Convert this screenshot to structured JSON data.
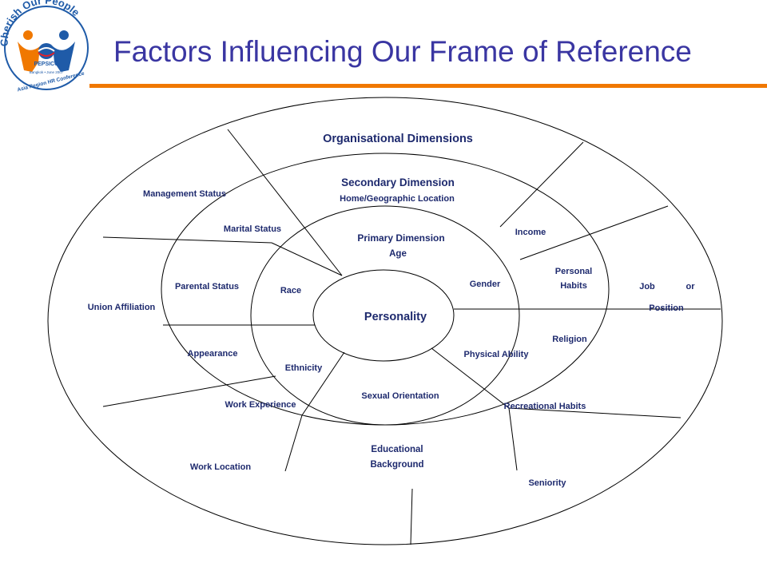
{
  "title": "Factors Influencing Our Frame of Reference",
  "logo": {
    "arc_text": "Cherish Our People",
    "brand": "PEPSICO",
    "date_text": "Bangkok • June 2007",
    "conference": "Asia Region HR Conference",
    "colors": {
      "primary": "#1f5ba8",
      "accent": "#f07800"
    }
  },
  "colors": {
    "title": "#3a36a2",
    "rule": "#f07800",
    "labels": "#1e2a6e",
    "lines": "#000000"
  },
  "diagram": {
    "center": "Personality",
    "primary": {
      "header": "Primary Dimension",
      "sub": "Age",
      "items": [
        "Race",
        "Gender",
        "Ethnicity",
        "Physical Ability",
        "Sexual Orientation"
      ]
    },
    "secondary": {
      "header": "Secondary Dimension",
      "sub": "Home/Geographic Location",
      "items": [
        "Marital Status",
        "Income",
        "Parental Status",
        "Appearance",
        "Religion",
        "Work Experience",
        "Recreational Habits"
      ],
      "educational": [
        "Educational",
        "Background"
      ],
      "personal_habits": [
        "Personal",
        "Habits"
      ]
    },
    "organisational": {
      "header": "Organisational Dimensions",
      "items": [
        "Management Status",
        "Union Affiliation",
        "Work Location",
        "Seniority"
      ],
      "job_words": [
        "Job",
        "or",
        "Position"
      ]
    }
  }
}
